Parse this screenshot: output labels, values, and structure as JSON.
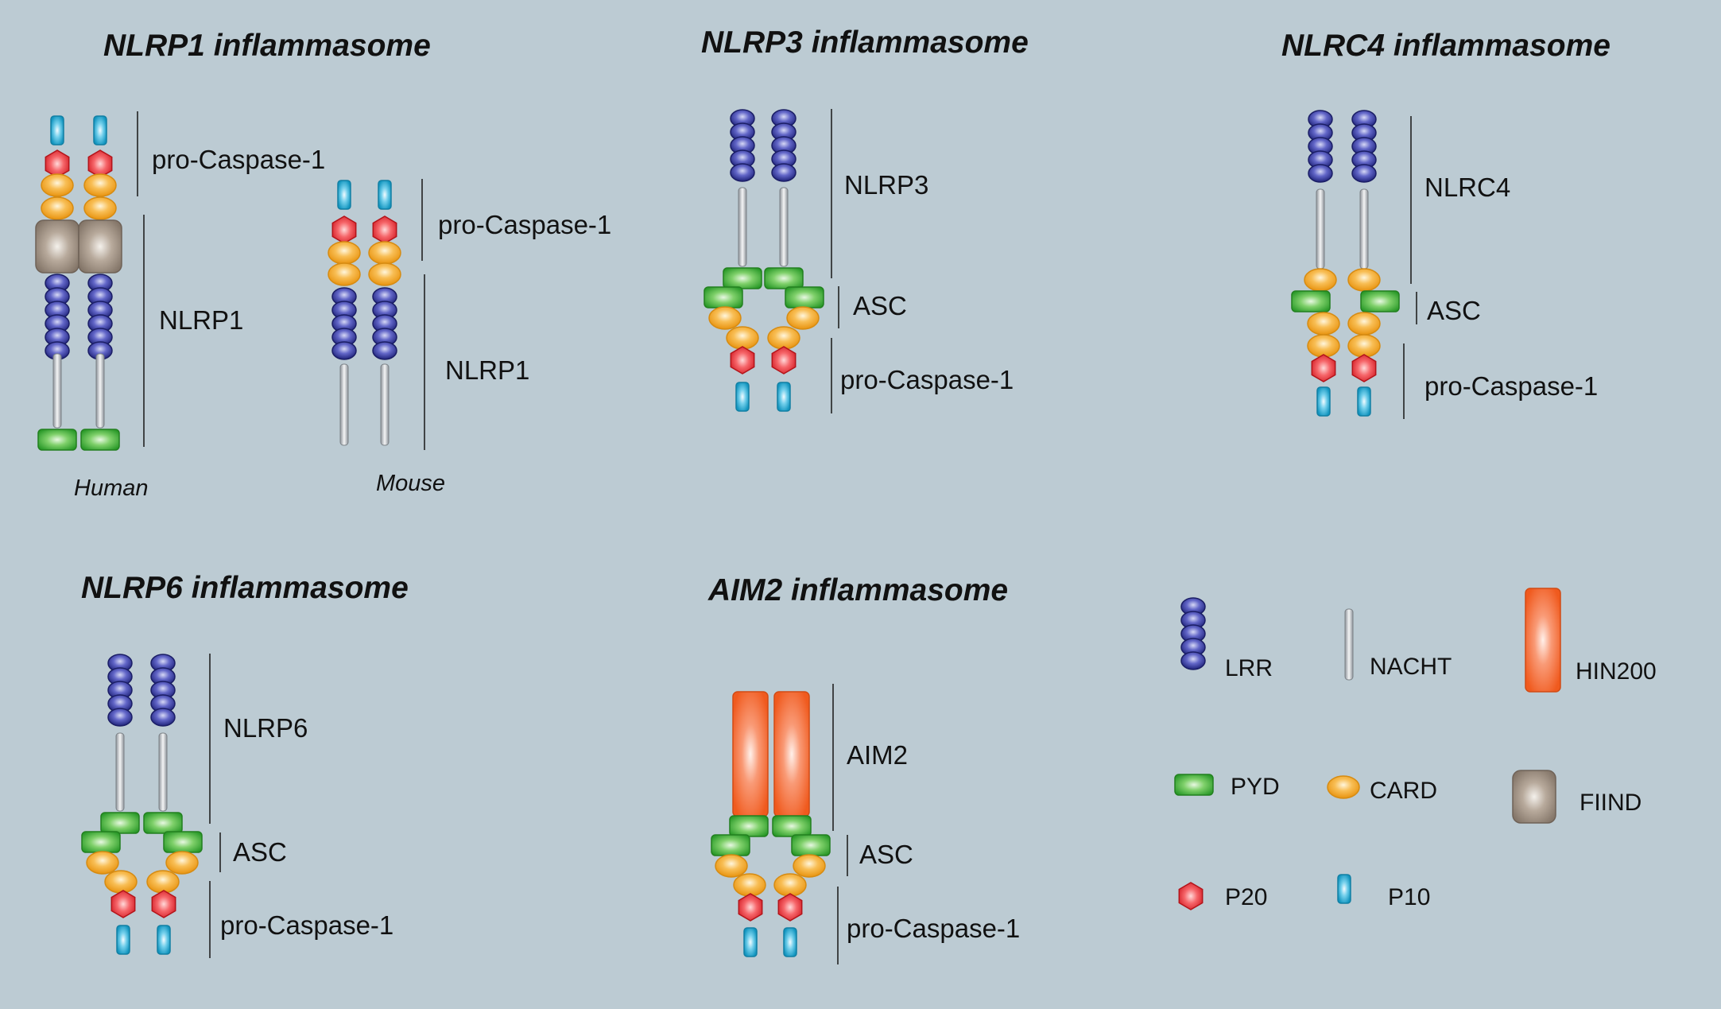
{
  "panels": {
    "nlrp1": {
      "title": "NLRP1 inflammasome",
      "human": {
        "species": "Human",
        "caspase": "pro-Caspase-1",
        "receptor": "NLRP1"
      },
      "mouse": {
        "species": "Mouse",
        "caspase": "pro-Caspase-1",
        "receptor": "NLRP1"
      }
    },
    "nlrp3": {
      "title": "NLRP3 inflammasome",
      "receptor": "NLRP3",
      "adaptor": "ASC",
      "caspase": "pro-Caspase-1"
    },
    "nlrc4": {
      "title": "NLRC4 inflammasome",
      "receptor": "NLRC4",
      "adaptor": "ASC",
      "caspase": "pro-Caspase-1"
    },
    "nlrp6": {
      "title": "NLRP6 inflammasome",
      "receptor": "NLRP6",
      "adaptor": "ASC",
      "caspase": "pro-Caspase-1"
    },
    "aim2": {
      "title": "AIM2 inflammasome",
      "receptor": "AIM2",
      "adaptor": "ASC",
      "caspase": "pro-Caspase-1"
    }
  },
  "legend": {
    "lrr": "LRR",
    "nacht": "NACHT",
    "hin200": "HIN200",
    "pyd": "PYD",
    "card": "CARD",
    "fiind": "FIIND",
    "p20": "P20",
    "p10": "P10"
  },
  "colors": {
    "background": "#bccbd3",
    "lrr": "#2e3192",
    "nacht": "#9aa0a6",
    "pyd": "#3aa935",
    "card": "#f7a823",
    "p20": "#ed1c24",
    "p10": "#1ba1c9",
    "hin200": "#f26522",
    "fiind": "#8c7b6b"
  }
}
